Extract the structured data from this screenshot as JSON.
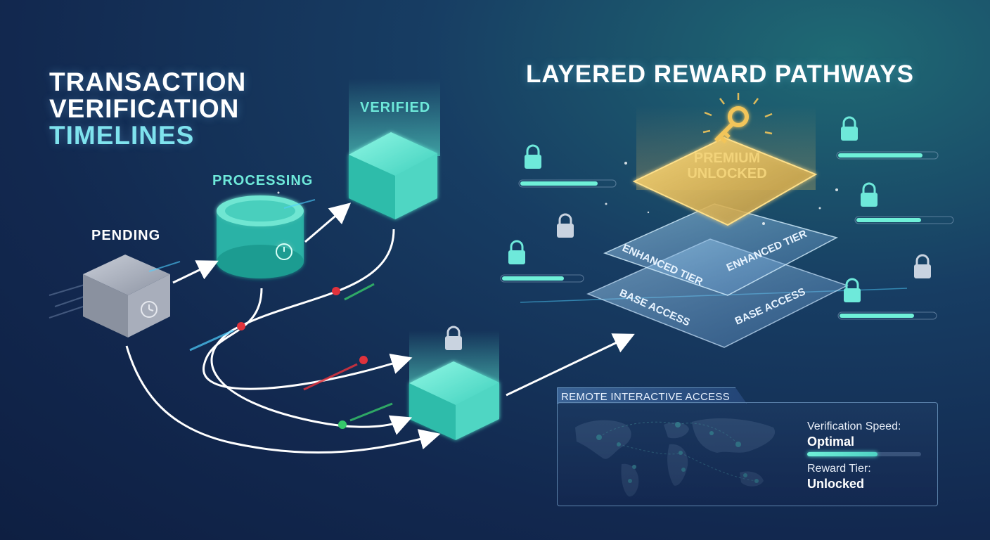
{
  "title_left": {
    "line1": "TRANSACTION",
    "line2": "VERIFICATION",
    "line3": "TIMELINES"
  },
  "title_right": "LAYERED REWARD PATHWAYS",
  "stages": {
    "pending": "PENDING",
    "processing": "PROCESSING",
    "verified": "VERIFIED"
  },
  "tiers": {
    "premium_line1": "PREMIUM",
    "premium_line2": "UNLOCKED",
    "enhanced": "ENHANCED TIER",
    "base": "BASE ACCESS"
  },
  "panel": {
    "title": "REMOTE INTERACTIVE ACCESS",
    "speed_label": "Verification Speed:",
    "speed_value": "Optimal",
    "speed_level": 0.62,
    "tier_label": "Reward Tier:",
    "tier_value": "Unlocked"
  },
  "colors": {
    "teal": "#5ff0d6",
    "gold": "#f2c55a",
    "alert_red": "#e0323c",
    "alert_green": "#36c76a"
  },
  "icons": [
    "lock-icon",
    "key-icon",
    "clock-icon",
    "world-map-icon",
    "alert-icon"
  ]
}
